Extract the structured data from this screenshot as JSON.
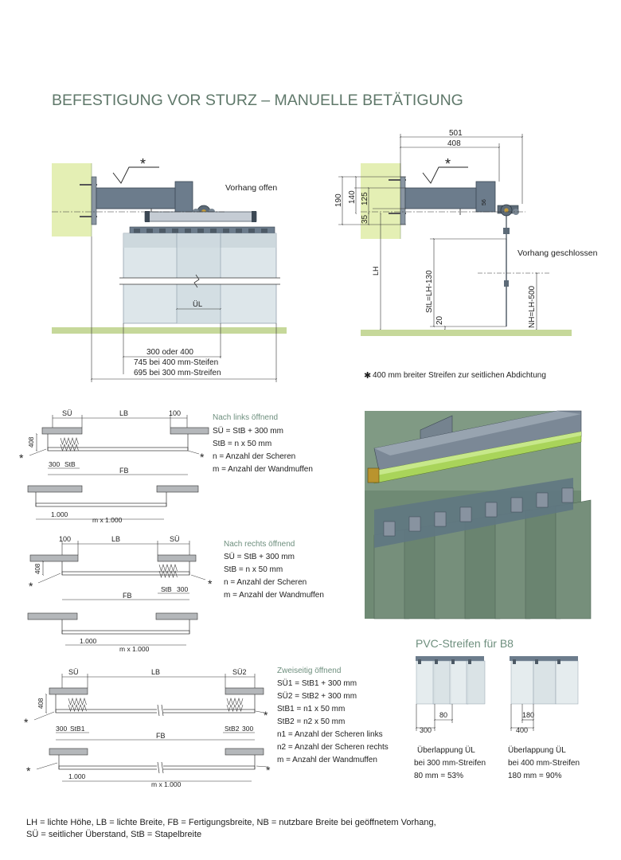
{
  "page": {
    "title": "BEFESTIGUNG VOR STURZ – MANUELLE BETÄTIGUNG",
    "footer_line1": "LH = lichte Höhe, LB = lichte Breite, FB = Fertigungsbreite, NB = nutzbare Breite bei geöffnetem Vorhang,",
    "footer_line2": "SÜ = seitlicher Überstand, StB = Stapelbreite"
  },
  "front_view": {
    "star": "*",
    "state_label": "Vorhang offen",
    "overlap_label": "ÜL",
    "dim_strip": "300 oder 400",
    "dim_400": "745 bei 400 mm-Steifen",
    "dim_300": "695 bei 300 mm-Streifen"
  },
  "side_view": {
    "star": "*",
    "dim_501": "501",
    "dim_408": "408",
    "dim_190": "190",
    "dim_140": "140",
    "dim_125": "125",
    "dim_35": "35",
    "dim_56": "56",
    "dim_lh": "LH",
    "dim_stl": "StL=LH-130",
    "dim_20": "20",
    "dim_nh": "NH=LH-500",
    "state_label": "Vorhang geschlossen",
    "footnote": "400 mm breiter Streifen zur seitlichen Abdichtung",
    "footnote_star": "✱"
  },
  "plan_left": {
    "su": "SÜ",
    "lb": "LB",
    "d100": "100",
    "d408": "408",
    "d300": "300",
    "stb": "StB",
    "fb": "FB",
    "d1000": "1.000",
    "mx": "m x 1.000",
    "star": "*",
    "heading": "Nach links öffnend",
    "line1": "SÜ = StB + 300 mm",
    "line2": "StB = n x 50 mm",
    "line3": "n = Anzahl der Scheren",
    "line4": "m = Anzahl der Wandmuffen"
  },
  "plan_right": {
    "su": "SÜ",
    "lb": "LB",
    "d100": "100",
    "d408": "408",
    "d300": "300",
    "stb": "StB",
    "fb": "FB",
    "d1000": "1.000",
    "mx": "m x 1.000",
    "star": "*",
    "heading": "Nach rechts öffnend",
    "line1": "SÜ = StB + 300 mm",
    "line2": "StB = n x 50 mm",
    "line3": "n = Anzahl der Scheren",
    "line4": "m = Anzahl der Wandmuffen"
  },
  "plan_both": {
    "su": "SÜ",
    "lb": "LB",
    "su2": "SÜ2",
    "d408": "408",
    "d300": "300",
    "stb1": "StB1",
    "stb2": "StB2",
    "fb": "FB",
    "d1000": "1.000",
    "mx": "m x 1.000",
    "star": "*",
    "heading": "Zweiseitig öffnend",
    "line1": "SÜ1 = StB1 + 300 mm",
    "line2": "SÜ2 = StB2 + 300 mm",
    "line3": "StB1 = n1 x 50 mm",
    "line4": "StB2 = n2 x 50 mm",
    "line5": "n1 = Anzahl der Scheren links",
    "line6": "n2 = Anzahl der Scheren rechts",
    "line7": "m = Anzahl der Wandmuffen"
  },
  "pvc": {
    "heading": "PVC-Streifen für B8",
    "left": {
      "d300": "300",
      "d80": "80",
      "caption1": "Überlappung ÜL",
      "caption2": "bei 300 mm-Streifen",
      "caption3": "80 mm = 53%"
    },
    "right": {
      "d400": "400",
      "d180": "180",
      "caption1": "Überlappung ÜL",
      "caption2": "bei 400 mm-Streifen",
      "caption3": "180 mm = 90%"
    }
  },
  "colors": {
    "wall": "#e4efb4",
    "floor": "#c6d89a",
    "title": "#5f786a",
    "rail": "#6c7c8c",
    "curtain": "#dde6ea",
    "render_bg": "#6f8a74"
  }
}
